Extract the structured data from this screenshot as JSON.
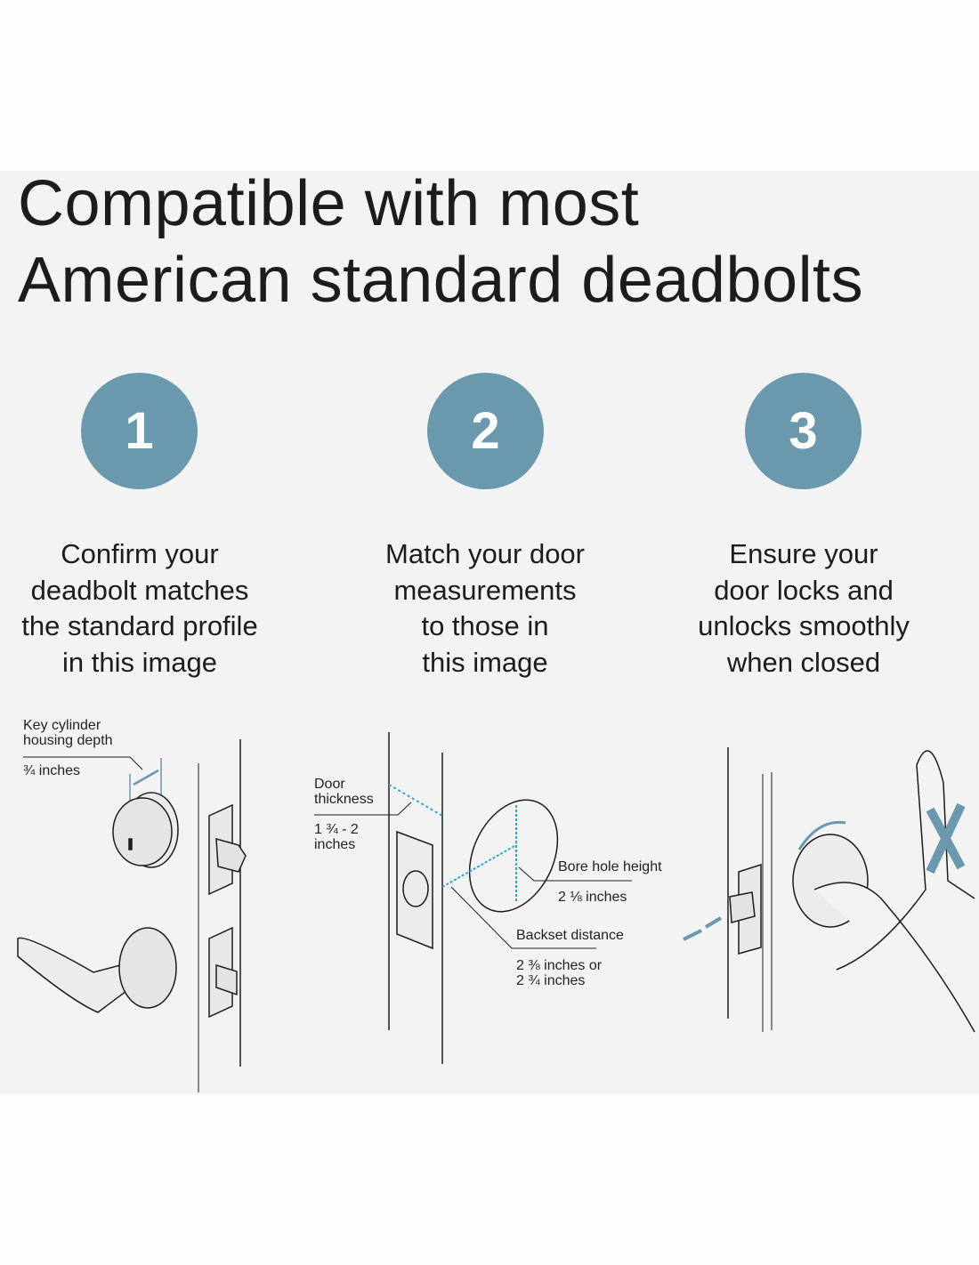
{
  "title_line1": "Compatible with most",
  "title_line2": "American standard deadbolts",
  "accent_color": "#6a98ad",
  "steps": [
    {
      "number": "1",
      "lines": [
        "Confirm your",
        "deadbolt matches",
        "the standard profile",
        "in this image"
      ]
    },
    {
      "number": "2",
      "lines": [
        "Match your door",
        "measurements",
        "to those in",
        "this image"
      ]
    },
    {
      "number": "3",
      "lines": [
        "Ensure your",
        "door locks and",
        "unlocks smoothly",
        "when closed"
      ]
    }
  ],
  "labels": {
    "key_cylinder": [
      "Key cylinder",
      "housing depth"
    ],
    "key_cylinder_value": "¾ inches",
    "door_thickness": [
      "Door",
      "thickness"
    ],
    "door_thickness_value": [
      "1 ¾ - 2",
      "inches"
    ],
    "bore_hole": "Bore hole height",
    "bore_hole_value": "2 ⅛ inches",
    "backset": "Backset distance",
    "backset_value": [
      "2 ⅜ inches or",
      "2 ¾ inches"
    ]
  }
}
